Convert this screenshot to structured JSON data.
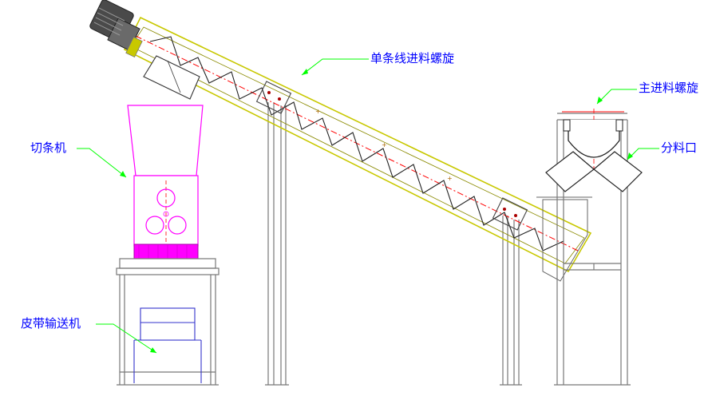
{
  "labels": {
    "single_feed_screw": "单条线进料螺旋",
    "main_feed_screw": "主进料螺旋",
    "distributor_outlet": "分料口",
    "cutter": "切条机",
    "belt_conveyor": "皮带输送机"
  },
  "colors": {
    "background": "#ffffff",
    "label_text": "#0000ff",
    "leader_line": "#00ff00",
    "structure": "#5a5a5a",
    "conveyor_casing": "#c8c800",
    "screw_flight": "#222222",
    "center_line": "#ff0000",
    "cutter_body": "#ff00ff",
    "cutter_base": "#ff00ff",
    "motor": "#555555",
    "inner_frame": "#3333cc"
  },
  "icons": [
    "motor-gearbox",
    "screw-flight",
    "roller",
    "hopper"
  ]
}
